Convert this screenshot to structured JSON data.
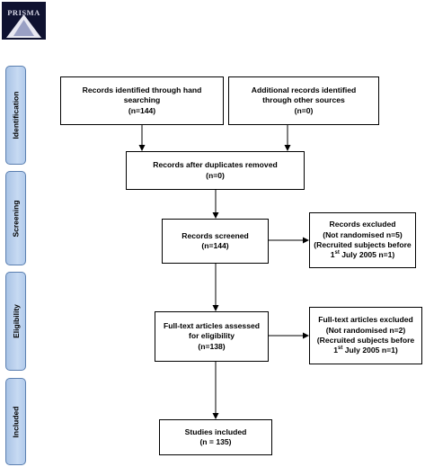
{
  "logo": {
    "text": "PRISMA"
  },
  "stages": [
    {
      "label": "Identification"
    },
    {
      "label": "Screening"
    },
    {
      "label": "Eligibility"
    },
    {
      "label": "Included"
    }
  ],
  "boxes": {
    "hand_search": {
      "line1": "Records identified through hand",
      "line2": "searching",
      "line3": "(n=144)"
    },
    "other_sources": {
      "line1": "Additional records identified",
      "line2": "through other sources",
      "line3": "(n=0)"
    },
    "duplicates_removed": {
      "line1": "Records after duplicates removed",
      "line2": "(n=0)"
    },
    "records_screened": {
      "line1": "Records screened",
      "line2": "(n=144)"
    },
    "records_excluded": {
      "line1": "Records excluded",
      "line2": "(Not randomised n=5)",
      "line3": "(Recruited subjects before",
      "line4_sup": "st",
      "line4_pre": "1",
      "line4_post": " July 2005 n=1)"
    },
    "fulltext_assessed": {
      "line1": "Full-text articles assessed",
      "line2": "for eligibility",
      "line3": "(n=138)"
    },
    "fulltext_excluded": {
      "line1": "Full-text articles excluded",
      "line2": "(Not randomised n=2)",
      "line3": "(Recruited subjects before",
      "line4_sup": "st",
      "line4_pre": "1",
      "line4_post": " July 2005 n=1)"
    },
    "studies_included": {
      "line1": "Studies included",
      "line2": "(n = 135)"
    }
  }
}
